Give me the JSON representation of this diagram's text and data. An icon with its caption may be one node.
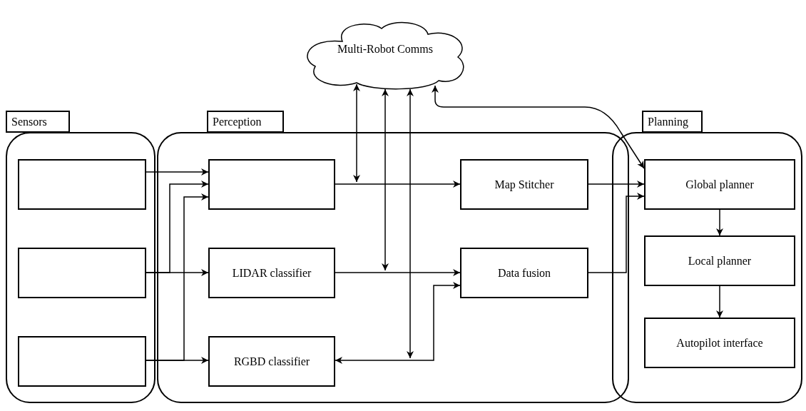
{
  "diagram": {
    "nodes": [
      {
        "text": [
          "Multi-Robot Comms"
        ]
      },
      {
        "text": [
          "Sensors"
        ]
      },
      {
        "text": [],
        "shape": "box",
        "in": 1
      },
      {
        "text": [],
        "shape": "box",
        "in": 1
      },
      {
        "text": [],
        "shape": "box",
        "in": 1
      },
      {
        "text": [
          "Perception"
        ]
      },
      {
        "text": [],
        "shape": "box",
        "in": 5
      },
      {
        "text": [
          "LIDAR classifier"
        ],
        "in": 5
      },
      {
        "text": [
          "RGBD classifier"
        ],
        "in": 5
      },
      {
        "text": [
          "Map Stitcher"
        ],
        "in": 5
      },
      {
        "text": [
          "Data fusion"
        ],
        "in": 5
      },
      {
        "text": [
          "Planning"
        ]
      },
      {
        "text": [
          "Global planner"
        ],
        "in": 11
      },
      {
        "text": [
          "Local planner"
        ],
        "in": 11
      },
      {
        "text": [
          "Autopilot interface"
        ],
        "in": 11
      }
    ],
    "edges": [
      {
        "from": 2,
        "to": 6,
        "arrow": "to"
      },
      {
        "from": 3,
        "to": 6,
        "arrow": "to"
      },
      {
        "from": 3,
        "to": 7,
        "arrow": "to"
      },
      {
        "from": 4,
        "to": 6,
        "arrow": "to"
      },
      {
        "from": 4,
        "to": 8,
        "arrow": "to"
      },
      {
        "from": 6,
        "to": 9,
        "arrow": "to"
      },
      {
        "from": 7,
        "to": 10,
        "arrow": "to"
      },
      {
        "from": 8,
        "to": 10,
        "arrow": "both"
      },
      {
        "from": 0,
        "to": null,
        "arrow": "both"
      },
      {
        "from": 0,
        "to": null,
        "arrow": "both"
      },
      {
        "from": 0,
        "to": null,
        "arrow": "both"
      },
      {
        "from": 9,
        "to": 12,
        "arrow": "to"
      },
      {
        "from": 10,
        "to": 12,
        "arrow": "to"
      },
      {
        "from": 0,
        "to": 12,
        "arrow": "both"
      },
      {
        "from": 12,
        "to": 13,
        "arrow": "to"
      },
      {
        "from": 13,
        "to": 14,
        "arrow": "to"
      }
    ]
  }
}
